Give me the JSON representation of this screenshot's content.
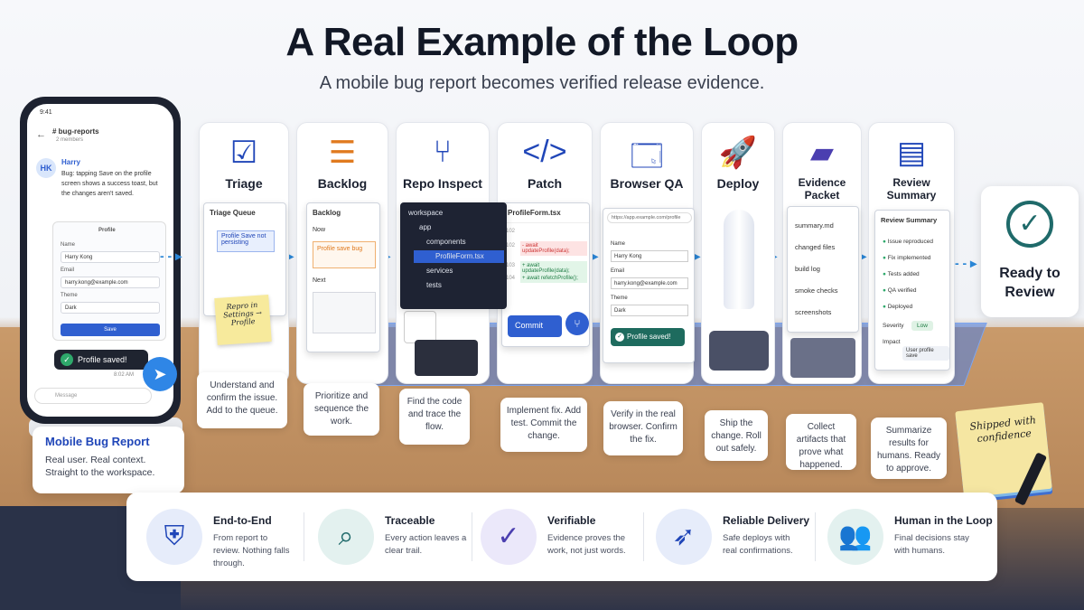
{
  "title": "A Real Example of the Loop",
  "subtitle": "A mobile bug report becomes verified release evidence.",
  "phone": {
    "time": "9:41",
    "channel": "# bug-reports",
    "members": "2 members",
    "avatar": "HK",
    "sender": "Harry",
    "message": "Bug: tapping Save on the profile screen shows a success toast, but the changes aren't saved.",
    "card_title": "Profile",
    "name_label": "Name",
    "name_value": "Harry Kong",
    "email_label": "Email",
    "email_value": "harry.kong@example.com",
    "theme_label": "Theme",
    "theme_value": "Dark",
    "save_label": "Save",
    "toast": "Profile saved!",
    "timestamp": "8:02 AM",
    "message_placeholder": "Message"
  },
  "phone_caption": {
    "title": "Mobile Bug Report",
    "desc": "Real user. Real context. Straight to the workspace."
  },
  "stages": [
    {
      "label": "Triage",
      "desc": "Understand and confirm the issue. Add to the queue.",
      "pane_title": "Triage Queue",
      "item": "Profile Save not persisting",
      "note": "Repro in Settings → Profile"
    },
    {
      "label": "Backlog",
      "desc": "Prioritize and sequence the work.",
      "pane_title": "Backlog",
      "now": "Now",
      "item": "Profile save bug",
      "next": "Next"
    },
    {
      "label": "Repo Inspect",
      "desc": "Find the code and trace the flow.",
      "root": "workspace",
      "tree": [
        "app",
        "components",
        "ProfileForm.tsx",
        "services",
        "tests"
      ]
    },
    {
      "label": "Patch",
      "desc": "Implement fix. Add test. Commit the change.",
      "file": "ProfileForm.tsx",
      "lines": [
        "102",
        "102",
        "103",
        "104"
      ],
      "minus": "- await updateProfile(data);",
      "plus1": "+ await updateProfile(data);",
      "plus2": "+ await refetchProfile();",
      "commit": "Commit"
    },
    {
      "label": "Browser QA",
      "desc": "Verify in the real browser. Confirm the fix.",
      "url": "https://app.example.com/profile",
      "name_label": "Name",
      "name_value": "Harry Kong",
      "email_label": "Email",
      "email_value": "harry.kong@example.com",
      "theme_label": "Theme",
      "theme_value": "Dark",
      "toast": "Profile saved!"
    },
    {
      "label": "Deploy",
      "desc": "Ship the change. Roll out safely."
    },
    {
      "label": "Evidence Packet",
      "desc": "Collect artifacts that prove what happened.",
      "items": [
        "summary.md",
        "changed files",
        "build log",
        "smoke checks",
        "screenshots"
      ]
    },
    {
      "label": "Review Summary",
      "desc": "Summarize results for humans. Ready to approve.",
      "pane_title": "Review Summary",
      "checks": [
        "Issue reproduced",
        "Fix implemented",
        "Tests added",
        "QA verified",
        "Deployed"
      ],
      "severity_label": "Severity",
      "severity_value": "Low",
      "impact_label": "Impact",
      "impact_value": "User profile save"
    }
  ],
  "ready": {
    "label": "Ready to Review"
  },
  "note": "Shipped with confidence",
  "features": [
    {
      "title": "End-to-End",
      "desc": "From report to review. Nothing falls through.",
      "icon": "shield-icon"
    },
    {
      "title": "Traceable",
      "desc": "Every action leaves a clear trail.",
      "icon": "search-icon"
    },
    {
      "title": "Verifiable",
      "desc": "Evidence proves the work, not just words.",
      "icon": "shield-check-icon"
    },
    {
      "title": "Reliable Delivery",
      "desc": "Safe deploys with real confirmations.",
      "icon": "rocket-icon"
    },
    {
      "title": "Human in the Loop",
      "desc": "Final decisions stay with humans.",
      "icon": "people-icon"
    }
  ],
  "colors": {
    "accent": "#2046b8",
    "arrow": "#2a86d6",
    "success": "#2ea86b",
    "orange": "#e07a1f"
  }
}
